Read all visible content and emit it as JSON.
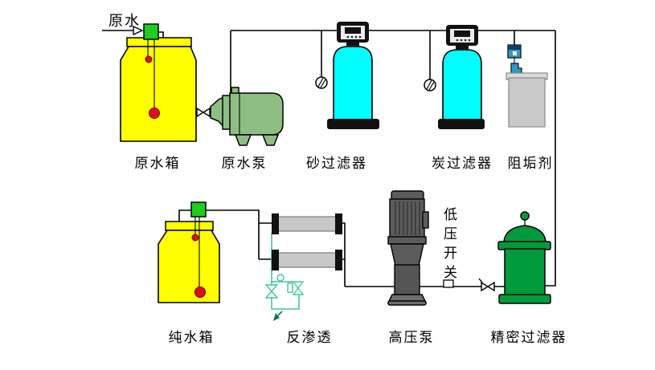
{
  "labels": {
    "feed": "原水",
    "raw_water_tank": "原水箱",
    "raw_water_pump": "原水泵",
    "sand_filter": "砂过滤器",
    "carbon_filter": "炭过滤器",
    "antiscalant": "阻垢剂",
    "pure_water_tank": "纯水箱",
    "reverse_osmosis": "反渗透",
    "high_pressure_pump": "高压泵",
    "low_pressure_switch": "低压开关",
    "precision_filter": "精密过滤器"
  },
  "colors": {
    "tank_yellow": "#FFFF00",
    "float_valve_green": "#1FCC1F",
    "float_ball_red": "#DD1111",
    "pump_green": "#8FBE85",
    "filter_cyan": "#00FFFF",
    "head_black": "#111111",
    "membrane_gray": "#C8C8C8",
    "hp_pump_gray": "#5C5C5C",
    "hp_pump_base_gray": "#6E6E6E",
    "precision_green": "#009B3C",
    "antiscalant_gray": "#C9C9C9",
    "dosing_blue": "#2E9AC4",
    "pipe_black": "#000000",
    "pipe_green": "#3FC79F"
  }
}
